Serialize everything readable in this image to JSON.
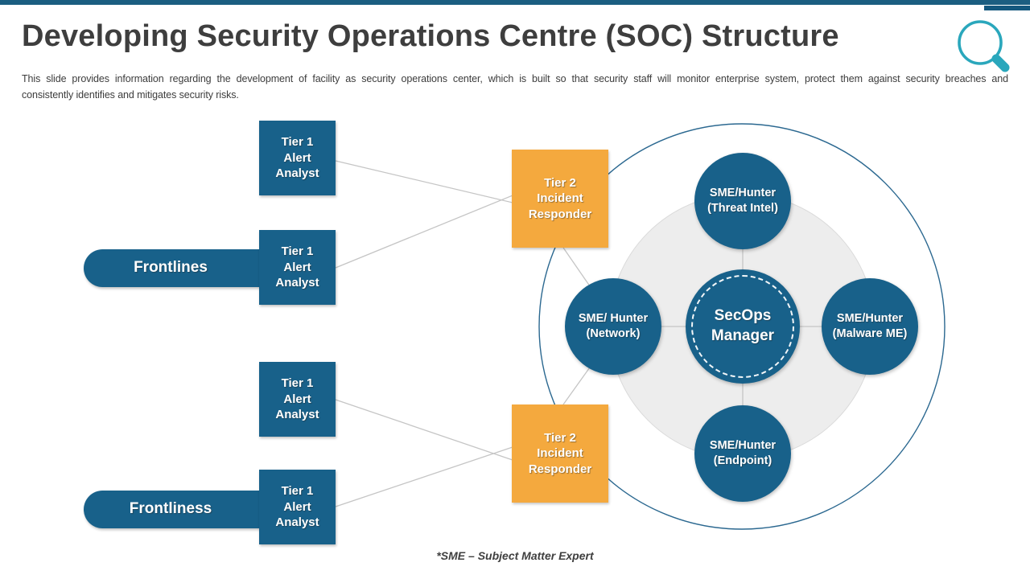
{
  "slide": {
    "title": "Developing Security Operations Centre (SOC) Structure",
    "description_lines": [
      "This slide provides information regarding the development of facility as security operations center, which is built so that security staff will monitor enterprise system, protect them against security breaches and",
      "consistently identifies and mitigates security risks."
    ],
    "footnote": "*SME – Subject Matter Expert"
  },
  "icons": {
    "search_icon": "magnifier"
  },
  "colors": {
    "accent_blue": "#18618a",
    "accent_orange": "#f4a93e",
    "icon_teal": "#2aa7bc",
    "top_bar": "#1b5e81",
    "title_text": "#3e3e3e",
    "inner_circle_fill": "#ededed",
    "connector_gray": "#c5c5c5"
  },
  "diagram": {
    "ribbons": [
      {
        "label": "Frontlines"
      },
      {
        "label": "Frontliness"
      }
    ],
    "tier1_boxes": [
      {
        "label": "Tier 1\nAlert\nAnalyst"
      },
      {
        "label": "Tier 1\nAlert\nAnalyst"
      },
      {
        "label": "Tier 1\nAlert\nAnalyst"
      },
      {
        "label": "Tier 1\nAlert\nAnalyst"
      }
    ],
    "tier2_boxes": [
      {
        "label": "Tier 2\nIncident\nResponder"
      },
      {
        "label": "Tier 2\nIncident\nResponder"
      }
    ],
    "center_circle": {
      "label": "SecOps\nManager"
    },
    "sme_circles": [
      {
        "position": "top",
        "label": "SME/Hunter\n(Threat Intel)"
      },
      {
        "position": "left",
        "label": "SME/ Hunter\n(Network)"
      },
      {
        "position": "right",
        "label": "SME/Hunter\n(Malware ME)"
      },
      {
        "position": "bottom",
        "label": "SME/Hunter\n(Endpoint)"
      }
    ]
  }
}
